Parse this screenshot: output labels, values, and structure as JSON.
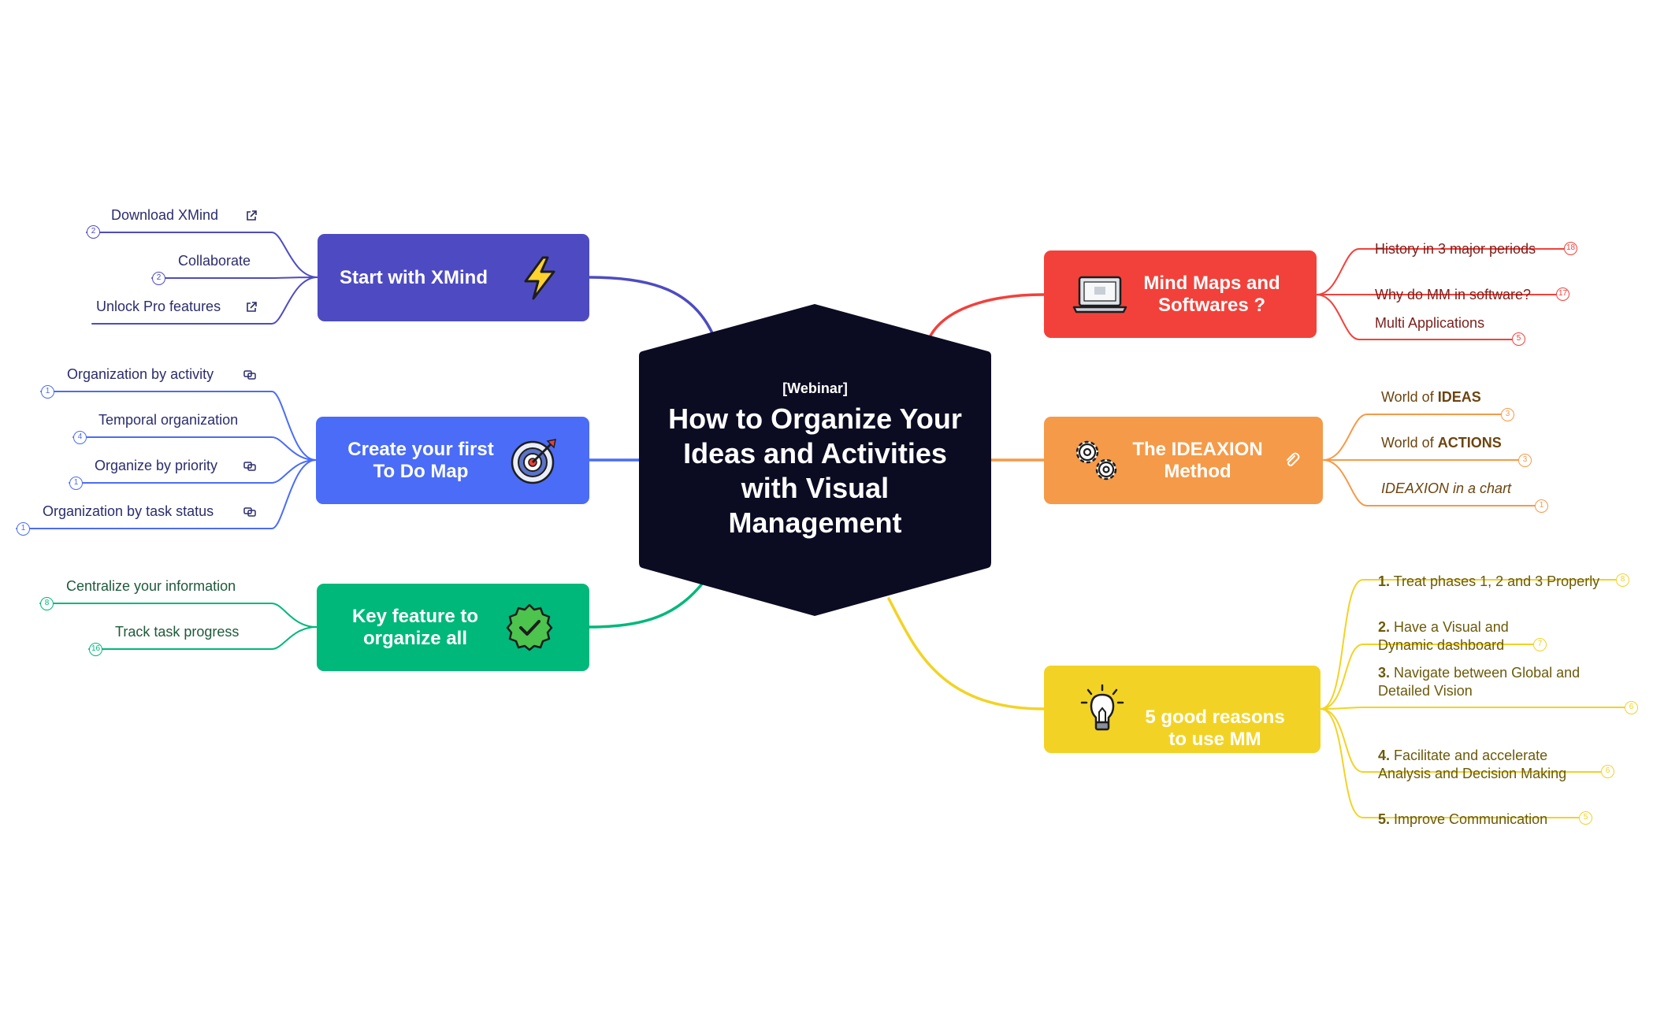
{
  "central": {
    "kicker": "[Webinar]",
    "title": "How to Organize Your Ideas and Activities with Visual Management",
    "color": "#0b0b22"
  },
  "left_topics": [
    {
      "label": "Start with XMind",
      "icon": "lightning-icon",
      "color": "#4e4bc2",
      "children": [
        {
          "text": "Download XMind",
          "badge": "2",
          "link_icon": "external-link-icon"
        },
        {
          "text": "Collaborate",
          "badge": "2",
          "link_icon": ""
        },
        {
          "text": "Unlock Pro features",
          "badge": "",
          "link_icon": "external-link-icon"
        }
      ]
    },
    {
      "label": "Create your first To Do Map",
      "icon": "target-icon",
      "color": "#4a6cf7",
      "children": [
        {
          "text": "Organization by activity",
          "badge": "1",
          "link_icon": "topic-link-icon"
        },
        {
          "text": "Temporal organization",
          "badge": "4",
          "link_icon": ""
        },
        {
          "text": "Organize by priority",
          "badge": "1",
          "link_icon": "topic-link-icon"
        },
        {
          "text": "Organization by task status",
          "badge": "1",
          "link_icon": "topic-link-icon"
        }
      ]
    },
    {
      "label": "Key feature to organize all",
      "icon": "check-badge-icon",
      "color": "#00b87a",
      "children": [
        {
          "text": "Centralize your information",
          "badge": "8",
          "link_icon": ""
        },
        {
          "text": "Track task progress",
          "badge": "16",
          "link_icon": ""
        }
      ]
    }
  ],
  "right_topics": [
    {
      "label": "Mind Maps and Softwares ?",
      "icon": "laptop-icon",
      "color": "#f2413a",
      "children": [
        {
          "text": "History in 3 major periods",
          "badge": "18"
        },
        {
          "text": "Why do MM in software?",
          "badge": "17"
        },
        {
          "text": "Multi Applications",
          "badge": "5"
        }
      ]
    },
    {
      "label": "The IDEAXION Method",
      "icon": "gears-icon",
      "extra_icon": "attachment-icon",
      "color": "#f59a48",
      "children": [
        {
          "prefix": "World of ",
          "strong": "IDEAS",
          "badge": "3"
        },
        {
          "prefix": "World of ",
          "strong": "ACTIONS",
          "badge": "3"
        },
        {
          "italic": "IDEAXION in a chart",
          "badge": "1"
        }
      ]
    },
    {
      "label": "5 good reasons to use MM",
      "icon": "lightbulb-icon",
      "color": "#f2d325",
      "children": [
        {
          "num": "1.",
          "text": "Treat phases 1, 2 and 3 Properly",
          "badge": "8"
        },
        {
          "num": "2.",
          "text": "Have a Visual and Dynamic dashboard",
          "badge": "7"
        },
        {
          "num": "3.",
          "text": "Navigate between Global and Detailed Vision",
          "badge": "6"
        },
        {
          "num": "4.",
          "text": "Facilitate and accelerate Analysis and Decision Making",
          "badge": "6"
        },
        {
          "num": "5.",
          "text": "Improve Communication",
          "badge": "5"
        }
      ]
    }
  ]
}
